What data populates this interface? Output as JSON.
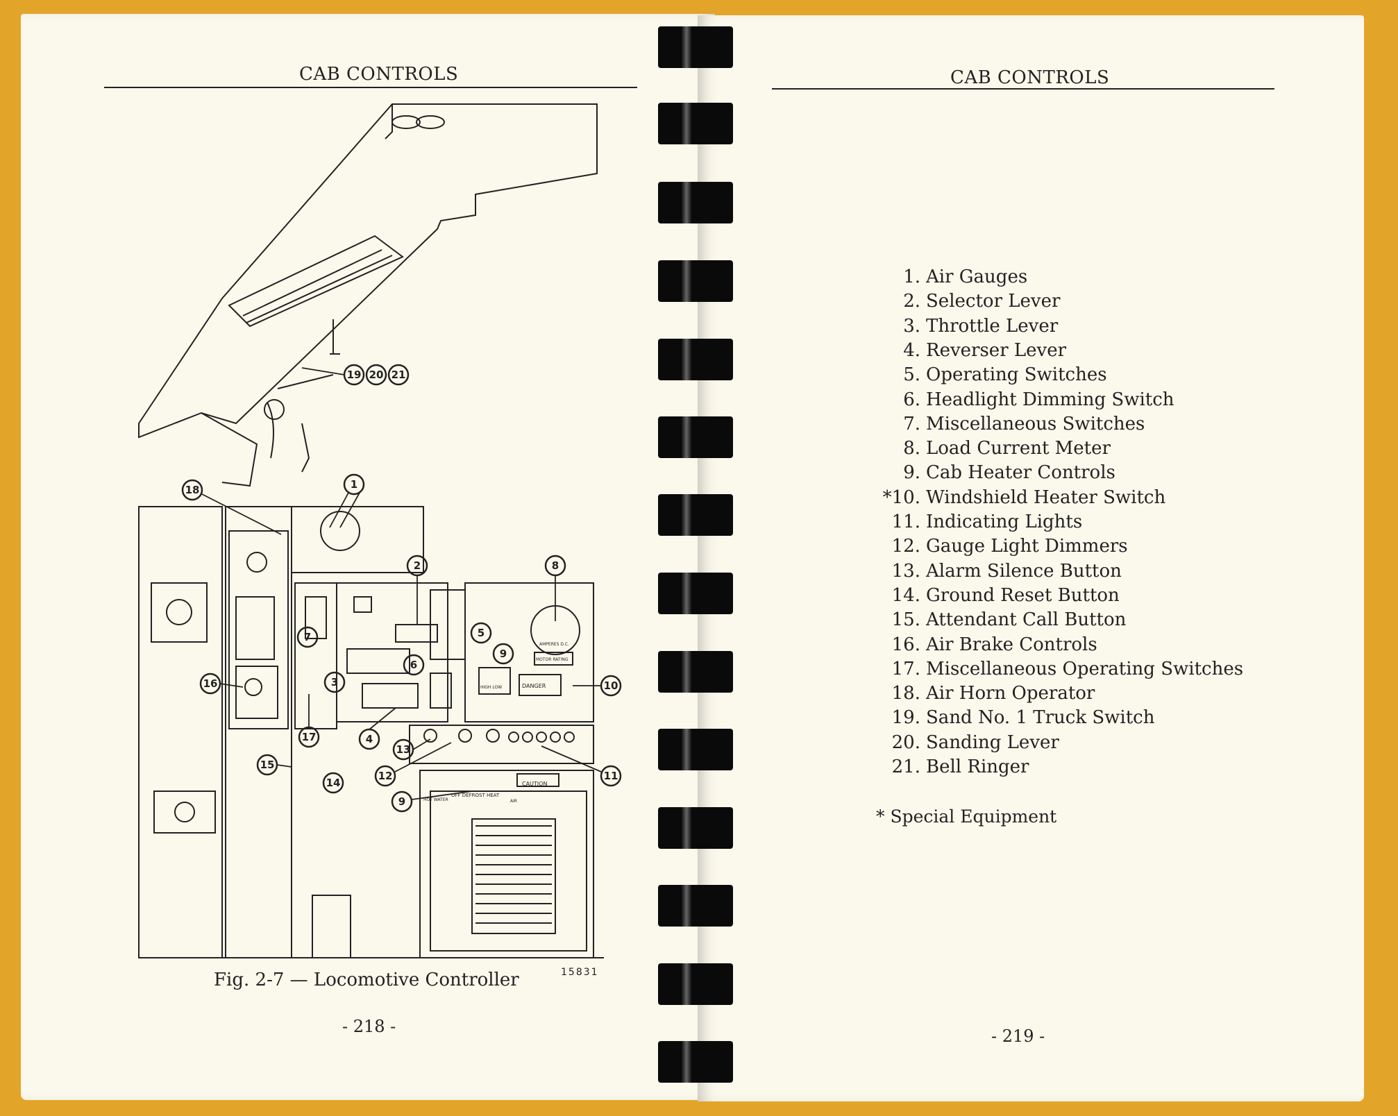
{
  "left_page": {
    "header": "CAB CONTROLS",
    "caption": "Fig. 2-7 — Locomotive Controller",
    "drawing_number": "15831",
    "page_number": "- 218 -",
    "callouts": [
      "1",
      "2",
      "3",
      "4",
      "5",
      "6",
      "7",
      "8",
      "9",
      "10",
      "11",
      "12",
      "13",
      "14",
      "15",
      "16",
      "17",
      "18",
      "19",
      "20",
      "21",
      "9"
    ],
    "panel_labels": {
      "caution": "CAUTION",
      "danger": "DANGER",
      "amperes": "AMPERES D.C.",
      "motor_rating": "MOTOR RATING",
      "heater": "OFF  DEFROST  HEAT",
      "hot_water": "HOT WATER",
      "air": "AIR",
      "high_low": "HIGH  LOW"
    }
  },
  "right_page": {
    "header": "CAB CONTROLS",
    "items": [
      {
        "num": "1.",
        "label": "Air Gauges"
      },
      {
        "num": "2.",
        "label": "Selector Lever"
      },
      {
        "num": "3.",
        "label": "Throttle Lever"
      },
      {
        "num": "4.",
        "label": "Reverser Lever"
      },
      {
        "num": "5.",
        "label": "Operating Switches"
      },
      {
        "num": "6.",
        "label": "Headlight Dimming Switch"
      },
      {
        "num": "7.",
        "label": "Miscellaneous Switches"
      },
      {
        "num": "8.",
        "label": "Load Current Meter"
      },
      {
        "num": "9.",
        "label": "Cab Heater Controls"
      },
      {
        "num": "*10.",
        "label": "Windshield Heater Switch"
      },
      {
        "num": "11.",
        "label": "Indicating Lights"
      },
      {
        "num": "12.",
        "label": "Gauge Light Dimmers"
      },
      {
        "num": "13.",
        "label": "Alarm Silence Button"
      },
      {
        "num": "14.",
        "label": "Ground Reset Button"
      },
      {
        "num": "15.",
        "label": "Attendant Call Button"
      },
      {
        "num": "16.",
        "label": "Air Brake Controls"
      },
      {
        "num": "17.",
        "label": "Miscellaneous Operating Switches"
      },
      {
        "num": "18.",
        "label": "Air Horn Operator"
      },
      {
        "num": "19.",
        "label": "Sand No. 1 Truck Switch"
      },
      {
        "num": "20.",
        "label": "Sanding Lever"
      },
      {
        "num": "21.",
        "label": "Bell Ringer"
      }
    ],
    "footnote": "* Special Equipment",
    "page_number": "- 219 -"
  },
  "colors": {
    "cover": "#e2a52a",
    "paper": "#fbf8ec",
    "ink": "#222222",
    "coil": "#0a0a0a"
  }
}
